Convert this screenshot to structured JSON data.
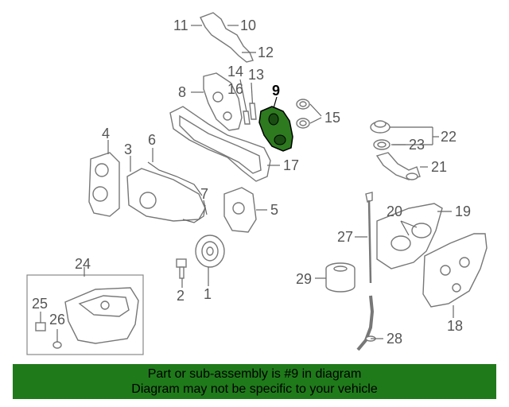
{
  "diagram": {
    "highlight_color": "#2d7a1f",
    "callouts": {
      "c1": "1",
      "c2": "2",
      "c3": "3",
      "c4": "4",
      "c5": "5",
      "c6": "6",
      "c7": "7",
      "c8": "8",
      "c9": "9",
      "c10": "10",
      "c11": "11",
      "c12": "12",
      "c13": "13",
      "c14": "14",
      "c15": "15",
      "c16": "16",
      "c17": "17",
      "c18": "18",
      "c19": "19",
      "c20": "20",
      "c21": "21",
      "c22": "22",
      "c23": "23",
      "c24": "24",
      "c25": "25",
      "c26": "26",
      "c27": "27",
      "c28": "28",
      "c29": "29"
    }
  },
  "banner": {
    "line1": "Part or sub-assembly is #9 in diagram",
    "line2": "Diagram may not be specific to your vehicle",
    "color": "#1f7a1a"
  }
}
